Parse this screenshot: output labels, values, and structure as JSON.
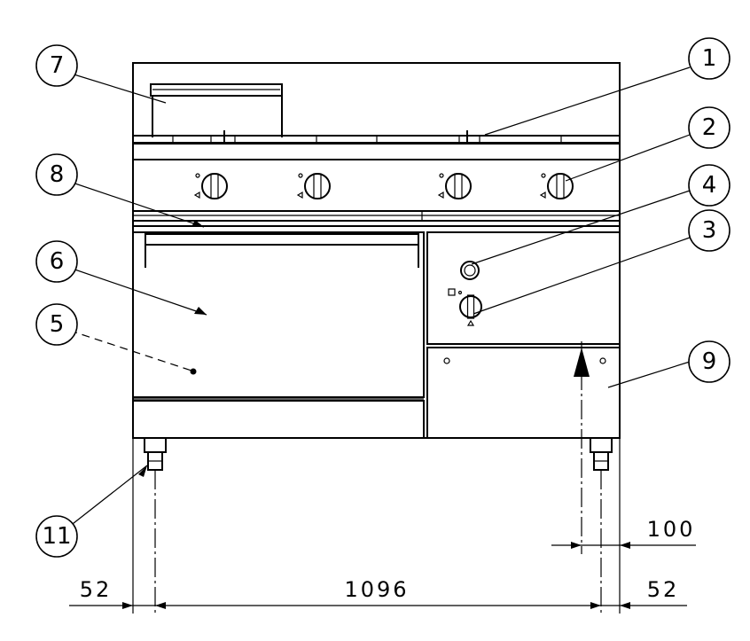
{
  "callouts": {
    "c1": "1",
    "c2": "2",
    "c3": "3",
    "c4": "4",
    "c5": "5",
    "c6": "6",
    "c7": "7",
    "c8": "8",
    "c9": "9",
    "c11": "11"
  },
  "dimensions": {
    "left_offset": "52",
    "width": "1096",
    "right_offset": "52",
    "right_inset": "100"
  }
}
